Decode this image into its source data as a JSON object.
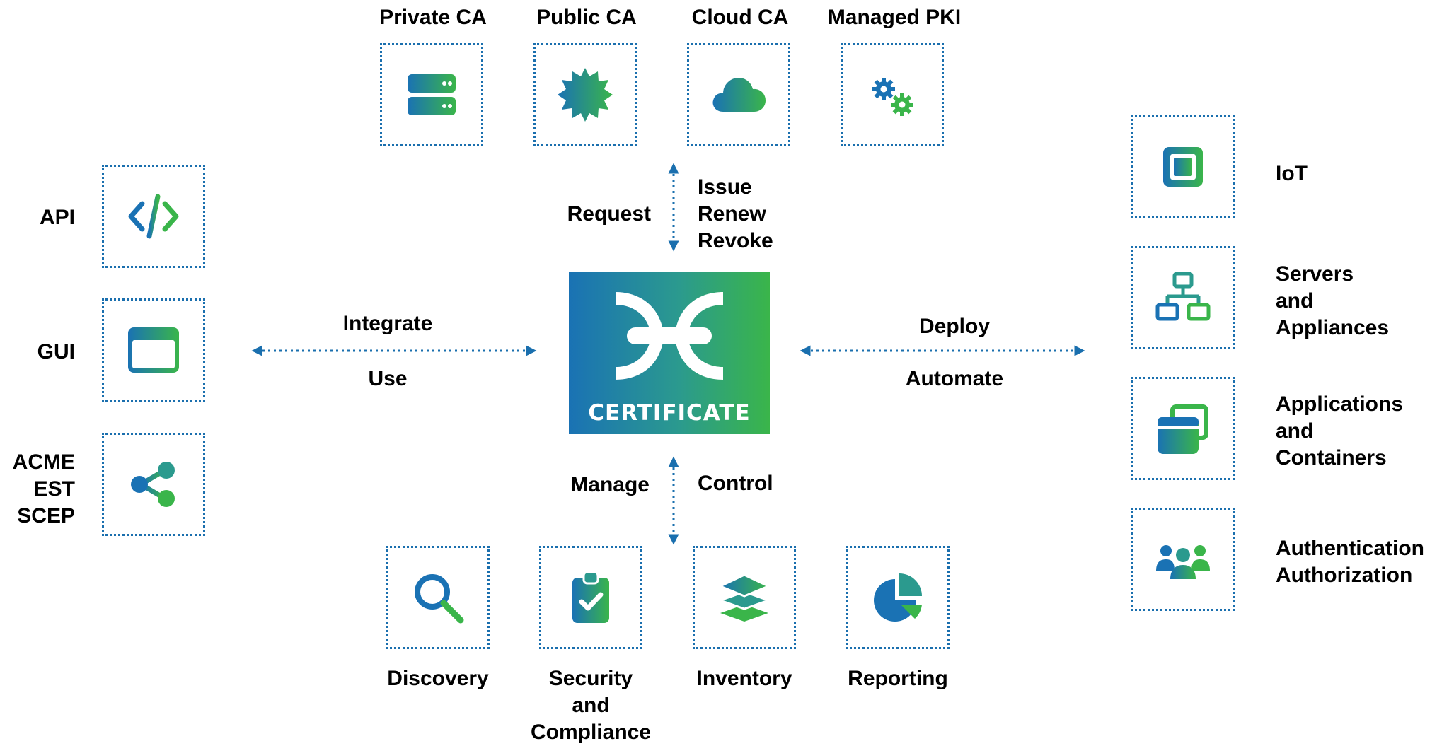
{
  "colors": {
    "gradient_start": "#1a72b4",
    "gradient_end": "#3ab54a",
    "dotted_border": "#1a6fae",
    "arrow": "#1a6fae"
  },
  "center": {
    "label": "CERTIFICATE",
    "icon": "certificate-chain-logo"
  },
  "top": {
    "sources": [
      {
        "label": "Private CA",
        "icon": "server-stack-icon"
      },
      {
        "label": "Public CA",
        "icon": "seal-badge-icon"
      },
      {
        "label": "Cloud CA",
        "icon": "cloud-icon"
      },
      {
        "label": "Managed PKI",
        "icon": "gears-icon"
      }
    ],
    "arrow_left": "Request",
    "arrow_right": [
      "Issue",
      "Renew",
      "Revoke"
    ]
  },
  "left": {
    "items": [
      {
        "label": [
          "API"
        ],
        "icon": "code-icon"
      },
      {
        "label": [
          "GUI"
        ],
        "icon": "browser-window-icon"
      },
      {
        "label": [
          "ACME",
          "EST",
          "SCEP"
        ],
        "icon": "share-icon"
      }
    ],
    "arrow_top": "Integrate",
    "arrow_bottom": "Use"
  },
  "right": {
    "items": [
      {
        "label": [
          "IoT"
        ],
        "icon": "chip-icon"
      },
      {
        "label": [
          "Servers",
          "and",
          "Appliances"
        ],
        "icon": "network-icon"
      },
      {
        "label": [
          "Applications",
          "and",
          "Containers"
        ],
        "icon": "app-windows-icon"
      },
      {
        "label": [
          "Authentication",
          "Authorization"
        ],
        "icon": "users-icon"
      }
    ],
    "arrow_top": "Deploy",
    "arrow_bottom": "Automate"
  },
  "bottom": {
    "items": [
      {
        "label": [
          "Discovery"
        ],
        "icon": "magnifier-icon"
      },
      {
        "label": [
          "Security",
          "and",
          "Compliance"
        ],
        "icon": "clipboard-check-icon"
      },
      {
        "label": [
          "Inventory"
        ],
        "icon": "layers-icon"
      },
      {
        "label": [
          "Reporting"
        ],
        "icon": "pie-chart-icon"
      }
    ],
    "arrow_left": "Manage",
    "arrow_right": "Control"
  }
}
